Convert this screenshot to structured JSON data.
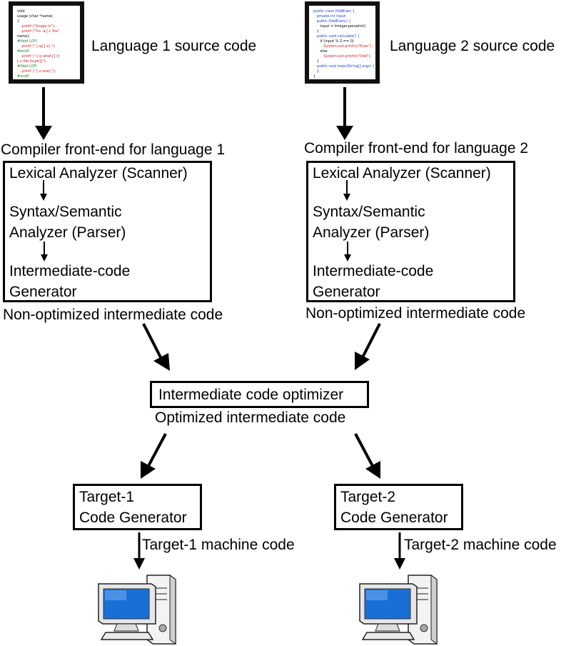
{
  "colors": {
    "stroke": "#000000",
    "code_keyword_red": "#cc2222",
    "code_keyword_green": "#228822",
    "code_keyword_blue": "#2244cc",
    "monitor_blue": "#1a6fd6"
  },
  "source1": {
    "label": "Language 1 source code",
    "code_lines": [
      "void",
      "usage (char *name)",
      "{",
      "    printf (\"Usage \\n\");",
      "    printf (\"%s -a [-c file\",",
      "name);",
      "#ifdef LOFI",
      "    printf (\" [-q] [-s] \");",
      "#endif",
      "    printf (\" [-q what] [-r]",
      "[-u file [type]]\");",
      "#ifdef LOFI",
      "    printf (\" [-z size] \");",
      "#endif"
    ]
  },
  "source2": {
    "label": "Language 2 source code",
    "code_lines": [
      "public class OddEven {",
      "   private int input;",
      "   public OddEven() {",
      "      input = Integer.parseInt()",
      "   }",
      "   public void calculate() {",
      "      if (input % 2 == 0)",
      "         System.out.println(\"Even\");",
      "      else",
      "         System.out.println(\"Odd\");",
      "   }",
      "   public void main(String[] args) {",
      "   }",
      "}"
    ]
  },
  "frontend1": {
    "title": "Compiler front-end for language 1",
    "lexical": "Lexical Analyzer (Scanner)",
    "syntax_line1": "Syntax/Semantic",
    "syntax_line2": "Analyzer (Parser)",
    "intermediate_line1": "Intermediate-code",
    "intermediate_line2": "Generator",
    "output": "Non-optimized intermediate code"
  },
  "frontend2": {
    "title": "Compiler front-end for language 2",
    "lexical": "Lexical Analyzer (Scanner)",
    "syntax_line1": "Syntax/Semantic",
    "syntax_line2": "Analyzer (Parser)",
    "intermediate_line1": "Intermediate-code",
    "intermediate_line2": "Generator",
    "output": "Non-optimized intermediate code"
  },
  "optimizer": {
    "label": "Intermediate code optimizer",
    "output": "Optimized intermediate code"
  },
  "target1": {
    "line1": "Target-1",
    "line2": "Code Generator",
    "output": "Target-1 machine code"
  },
  "target2": {
    "line1": "Target-2",
    "line2": "Code Generator",
    "output": "Target-2 machine code"
  },
  "icons": {
    "computer1": "desktop-computer-icon",
    "computer2": "desktop-computer-icon"
  }
}
